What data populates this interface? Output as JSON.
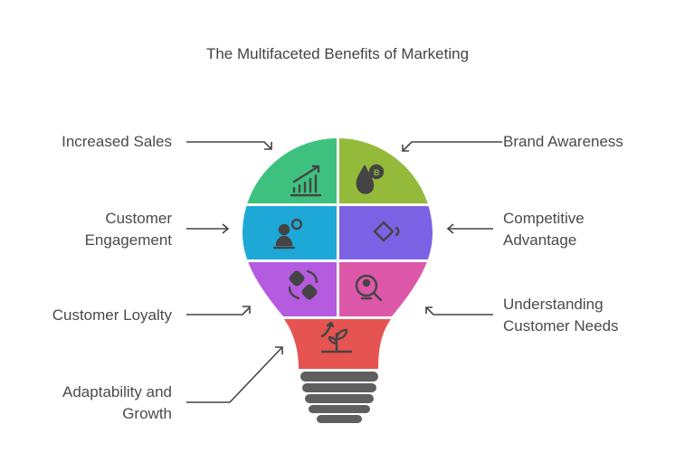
{
  "title": "The Multifaceted Benefits of Marketing",
  "segments": [
    {
      "label": "Increased Sales",
      "icon": "growth-chart-icon",
      "color": "#3EC17F"
    },
    {
      "label": "Brand Awareness",
      "icon": "brand-drop-icon",
      "color": "#93BA3A"
    },
    {
      "label": "Customer Engagement",
      "icon": "customer-refresh-icon",
      "color": "#1DA8D8"
    },
    {
      "label": "Competitive Advantage",
      "icon": "diamond-rotate-icon",
      "color": "#7B62E4"
    },
    {
      "label": "Customer Loyalty",
      "icon": "handshake-icon",
      "color": "#B55BE0"
    },
    {
      "label": "Understanding Customer Needs",
      "icon": "customer-search-icon",
      "color": "#DD57A8"
    },
    {
      "label": "Adaptability and Growth",
      "icon": "sprout-icon",
      "color": "#E55451"
    }
  ],
  "base_color": "#5F5F5F"
}
